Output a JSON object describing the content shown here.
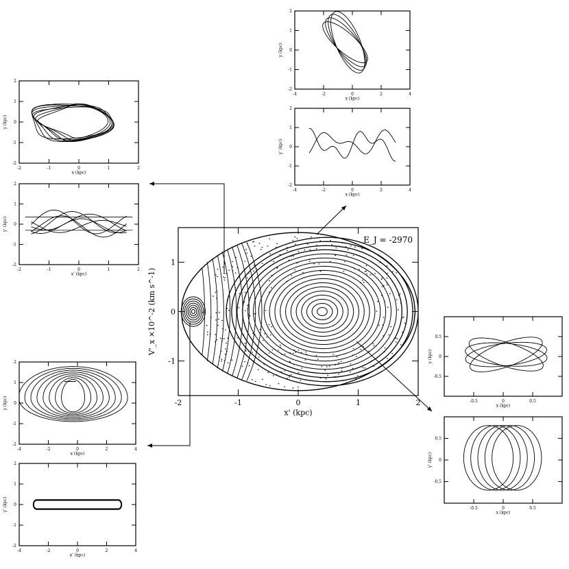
{
  "chart_data": [
    {
      "id": "main",
      "type": "scatter",
      "subtype": "surface-of-section contours",
      "annotation": "E_J = -2970",
      "xlabel": "x' (kpc)",
      "ylabel": "V'_x ×10^-2 (km s^-1)",
      "xlim": [
        -2,
        2
      ],
      "ylim": [
        -1.7,
        1.7
      ],
      "xticks": [
        "-2",
        "-1",
        "0",
        "1",
        "2"
      ],
      "yticks": [
        "-1",
        "0",
        "1"
      ],
      "outer_boundary_halfwidth": 1.95,
      "outer_boundary_height": 1.6,
      "islands": [
        {
          "name": "central",
          "center": [
            0.4,
            0.0
          ],
          "rx_max": 1.6,
          "ry_max": 1.5,
          "rings": 18
        },
        {
          "name": "left",
          "center": [
            -1.75,
            0.0
          ],
          "rx_max": 0.2,
          "ry_max": 0.3,
          "rings": 7
        }
      ],
      "grid": false,
      "legend": "none"
    },
    {
      "id": "left-top-1",
      "type": "line",
      "xlabel": "x (kpc)",
      "ylabel": "y (kpc)",
      "xlim": [
        -2,
        2
      ],
      "ylim": [
        -2,
        2
      ],
      "xticks": [
        "-2",
        "-1",
        "0",
        "1",
        "2"
      ],
      "yticks": [
        "-2",
        "-1",
        "0",
        "1",
        "2"
      ],
      "orbit": "loop-rosette"
    },
    {
      "id": "left-top-2",
      "type": "line",
      "xlabel": "x' (kpc)",
      "ylabel": "y' (kpc)",
      "xlim": [
        -2,
        2
      ],
      "ylim": [
        -2,
        2
      ],
      "xticks": [
        "-2",
        "-1",
        "0",
        "1",
        "2"
      ],
      "yticks": [
        "-2",
        "-1",
        "0",
        "1",
        "2"
      ],
      "orbit": "box-crossing"
    },
    {
      "id": "top-center-1",
      "type": "line",
      "xlabel": "x (kpc)",
      "ylabel": "y (kpc)",
      "xlim": [
        -4,
        4
      ],
      "ylim": [
        -2,
        2
      ],
      "xticks": [
        "-4",
        "-2",
        "0",
        "2",
        "4"
      ],
      "yticks": [
        "-2",
        "-1",
        "0",
        "1",
        "2"
      ],
      "orbit": "tilted-rosette"
    },
    {
      "id": "top-center-2",
      "type": "line",
      "xlabel": "x (kpc)",
      "ylabel": "y' (kpc)",
      "xlim": [
        -4,
        4
      ],
      "ylim": [
        -2,
        2
      ],
      "xticks": [
        "-4",
        "-2",
        "0",
        "2",
        "4"
      ],
      "yticks": [
        "-2",
        "-1",
        "0",
        "1",
        "2"
      ],
      "orbit": "zigzag"
    },
    {
      "id": "left-bottom-1",
      "type": "line",
      "xlabel": "x (kpc)",
      "ylabel": "y (kpc)",
      "xlim": [
        -4,
        4
      ],
      "ylim": [
        -2,
        2
      ],
      "xticks": [
        "-4",
        "-2",
        "0",
        "2",
        "4"
      ],
      "yticks": [
        "-2",
        "-1",
        "0",
        "1",
        "2"
      ],
      "orbit": "nested-loops"
    },
    {
      "id": "left-bottom-2",
      "type": "line",
      "xlabel": "x' (kpc)",
      "ylabel": "y' (kpc)",
      "xlim": [
        -4,
        4
      ],
      "ylim": [
        -2,
        2
      ],
      "xticks": [
        "-4",
        "-2",
        "0",
        "2",
        "4"
      ],
      "yticks": [
        "-2",
        "-1",
        "0",
        "1",
        "2"
      ],
      "orbit": "flat-bar"
    },
    {
      "id": "right-1",
      "type": "line",
      "xlabel": "x (kpc)",
      "ylabel": "y (kpc)",
      "xlim": [
        -1,
        1
      ],
      "ylim": [
        -1,
        1
      ],
      "xticks": [
        "-0.5",
        "0",
        "0.5"
      ],
      "yticks": [
        "-0.5",
        "0",
        "0.5"
      ],
      "orbit": "ellipse-rosette"
    },
    {
      "id": "right-2",
      "type": "line",
      "xlabel": "x (kpc)",
      "ylabel": "y' (kpc)",
      "xlim": [
        -1,
        1
      ],
      "ylim": [
        -1,
        1
      ],
      "xticks": [
        "-0.5",
        "0",
        "0.5"
      ],
      "yticks": [
        "-0.5",
        "0",
        "0.5"
      ],
      "orbit": "vertical-loops"
    }
  ]
}
